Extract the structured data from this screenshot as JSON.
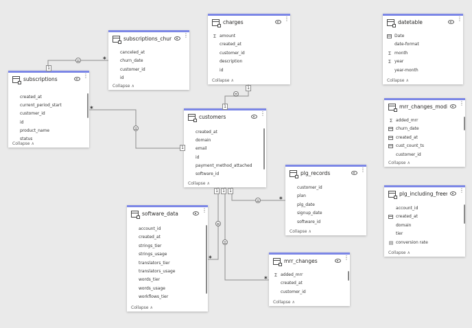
{
  "collapse_label": "Collapse",
  "cardinality": {
    "one": "1",
    "many": "*"
  },
  "colors": {
    "accent": "#7b86e6",
    "background": "#eaeaea",
    "line": "#8c8c8c"
  },
  "tables": {
    "subscriptions": {
      "title": "subscriptions",
      "fields": [
        "created_at",
        "current_period_start",
        "customer_id",
        "id",
        "product_name",
        "status"
      ]
    },
    "subscriptions_churned": {
      "title": "subscriptions_churned",
      "fields": [
        "canceled_at",
        "churn_date",
        "customer_id",
        "id"
      ]
    },
    "charges": {
      "title": "charges",
      "fields": [
        "amount",
        "created_at",
        "customer_id",
        "description",
        "id"
      ]
    },
    "datetable": {
      "title": "datetable",
      "fields": [
        "Date",
        "date-format",
        "month",
        "year",
        "year-month"
      ]
    },
    "customers": {
      "title": "customers",
      "fields": [
        "created_at",
        "domain",
        "email",
        "id",
        "payment_method_attached",
        "software_id"
      ]
    },
    "mrr_changes_modified": {
      "title": "mrr_changes_modified",
      "fields": [
        "added_mrr",
        "churn_date",
        "created_at",
        "cust_count_ts",
        "customer_id"
      ]
    },
    "plg_records": {
      "title": "plg_records",
      "fields": [
        "customer_id",
        "plan",
        "plg_date",
        "signup_date",
        "software_id"
      ]
    },
    "plg_including_freemium": {
      "title": "plg_including_freemi...",
      "fields": [
        "account_id",
        "created_at",
        "domain",
        "tier",
        "conversion rate"
      ]
    },
    "software_data": {
      "title": "software_data",
      "fields": [
        "account_id",
        "created_at",
        "strings_tier",
        "strings_usage",
        "translators_tier",
        "translators_usage",
        "words_tier",
        "words_usage",
        "workflows_tier"
      ]
    },
    "mrr_changes": {
      "title": "mrr_changes",
      "fields": [
        "added_mrr",
        "created_at",
        "customer_id"
      ]
    }
  }
}
